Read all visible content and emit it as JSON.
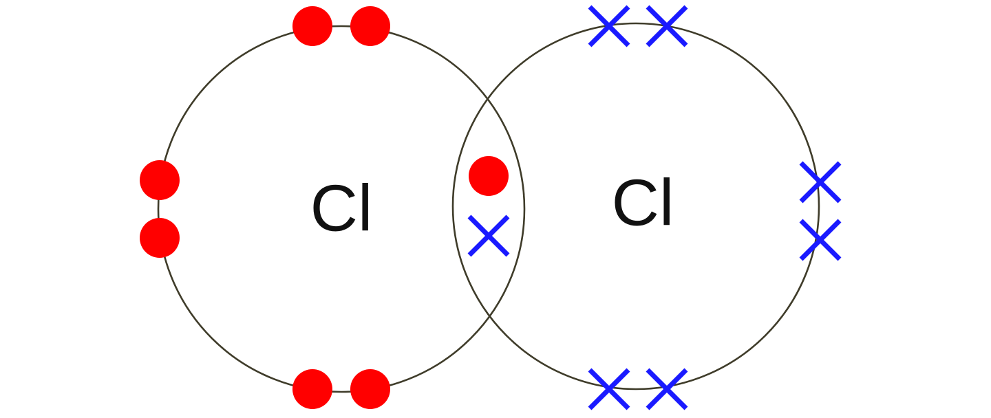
{
  "atoms": [
    {
      "id": "left",
      "symbol": "Cl",
      "electron_marker": "dot"
    },
    {
      "id": "right",
      "symbol": "Cl",
      "electron_marker": "cross"
    }
  ],
  "shared_pair": {
    "electrons": [
      "dot",
      "cross"
    ]
  },
  "lone_pairs_per_atom": 3,
  "colors": {
    "shell": "#3f3c2a",
    "dot": "#ff0000",
    "cross": "#1a1aff",
    "symbol": "#111111",
    "background": "#ffffff"
  }
}
